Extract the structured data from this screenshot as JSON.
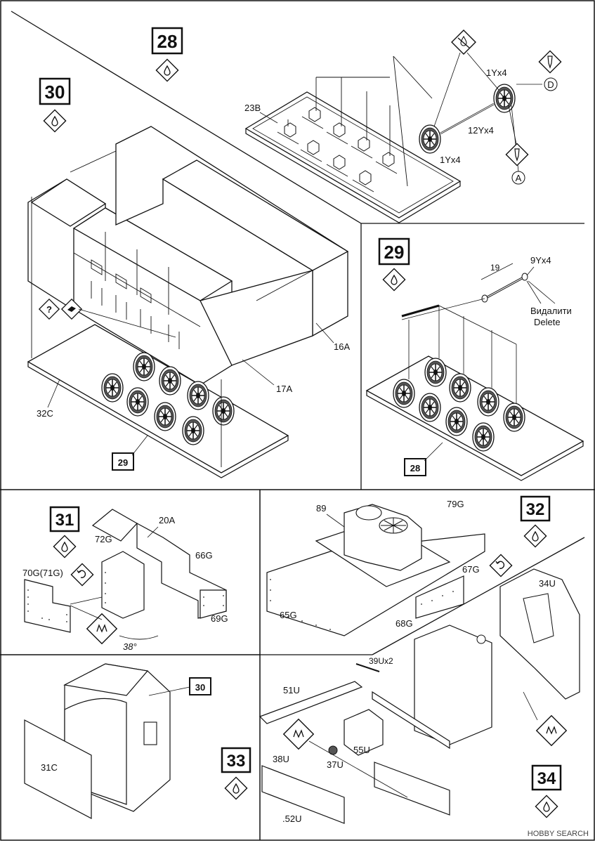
{
  "steps": {
    "s28": {
      "number": "28",
      "labels": {
        "part_23b": "23B",
        "wheel_1y_top": "1Yx4",
        "axle": "12Yx4",
        "wheel_1y_bot": "1Yx4",
        "marker_d": "D",
        "marker_a": "A"
      }
    },
    "s29": {
      "number": "29",
      "labels": {
        "dim_19": "19",
        "part_9y": "9Yx4",
        "delete_ua": "Видалити",
        "delete_en": "Delete",
        "ref": "28"
      }
    },
    "s30": {
      "number": "30",
      "labels": {
        "part_16a": "16A",
        "part_17a": "17A",
        "part_32c": "32C",
        "ref": "29",
        "question": "?"
      }
    },
    "s31": {
      "number": "31",
      "labels": {
        "part_20a": "20A",
        "part_72g": "72G",
        "part_66g": "66G",
        "part_69g": "69G",
        "part_70g": "70G(71G)",
        "angle": "38°"
      }
    },
    "s32": {
      "number": "32",
      "labels": {
        "part_89": "89",
        "part_79g": "79G",
        "part_67g": "67G",
        "part_65g": "65G",
        "part_68g": "68G"
      }
    },
    "s33": {
      "number": "33",
      "labels": {
        "part_31c": "31C",
        "ref": "30"
      }
    },
    "s34": {
      "number": "34",
      "labels": {
        "part_34u": "34U",
        "part_39u": "39Ux2",
        "part_51u": "51U",
        "part_55u": "55U",
        "part_37u": "37U",
        "part_38u": "38U",
        "part_52u": ".52U"
      }
    }
  },
  "watermark": "HOBBY SEARCH"
}
